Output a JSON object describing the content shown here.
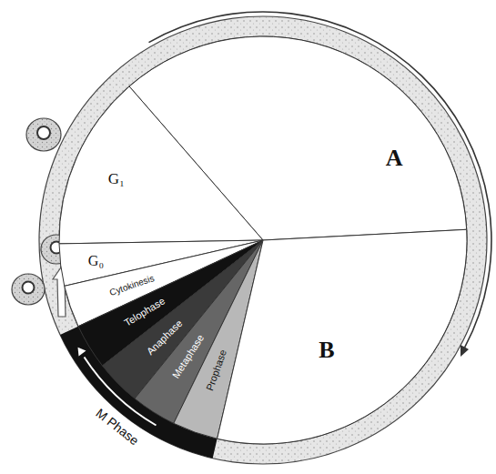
{
  "diagram": {
    "nodes": [
      {
        "text": [
          "A"
        ]
      },
      {
        "text": [
          "G₁"
        ]
      },
      {
        "text": [
          "G₀"
        ]
      },
      {
        "text": [
          "Cytokinesis"
        ]
      },
      {
        "text": [
          "Telophase"
        ]
      },
      {
        "text": [
          "Anaphase"
        ]
      },
      {
        "text": [
          "Metaphase"
        ]
      },
      {
        "text": [
          "Prophase"
        ]
      },
      {
        "text": [
          "B"
        ]
      }
    ],
    "labels": [
      "M Phase"
    ]
  }
}
